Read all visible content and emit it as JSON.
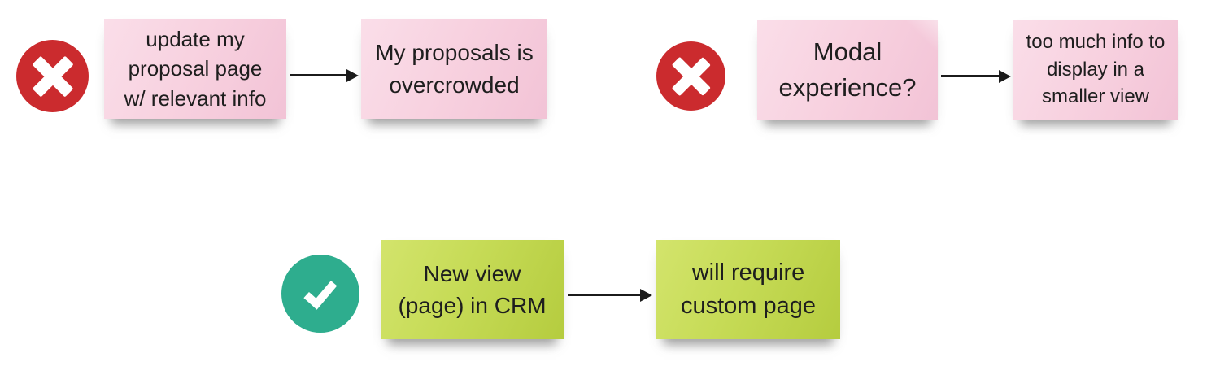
{
  "flows": [
    {
      "id": "flow-update-proposal-page",
      "verdict": "rejected",
      "icon": "x-circle",
      "source": {
        "lines": [
          "update my",
          "proposal page",
          "w/ relevant info"
        ]
      },
      "target": {
        "lines": [
          "My proposals is",
          "overcrowded"
        ]
      }
    },
    {
      "id": "flow-modal-experience",
      "verdict": "rejected",
      "icon": "x-circle",
      "source": {
        "lines": [
          "Modal",
          "experience?"
        ]
      },
      "target": {
        "lines": [
          "too much info to",
          "display in a",
          "smaller view"
        ]
      }
    },
    {
      "id": "flow-new-view-crm",
      "verdict": "accepted",
      "icon": "check-circle",
      "source": {
        "lines": [
          "New view",
          "(page) in CRM"
        ]
      },
      "target": {
        "lines": [
          "will require",
          "custom page"
        ]
      }
    }
  ],
  "colors": {
    "background": "#ffffff",
    "pink_note": "#f8d2e0",
    "pink_note_light": "#fadee9",
    "pink_note_dark": "#f2c3d6",
    "green_note": "#c6db56",
    "green_note_light": "#d3e46c",
    "green_note_dark": "#b5cc3f",
    "reject_red": "#cb2b2e",
    "accept_teal": "#2ead8e",
    "arrow_black": "#1b1b1b",
    "text": "#1e1e1e"
  }
}
